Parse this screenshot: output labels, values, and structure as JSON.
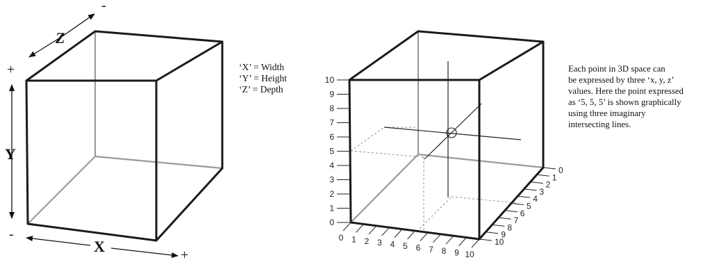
{
  "left_cube": {
    "z_label": "Z",
    "z_minus": "-",
    "y_label": "Y",
    "y_plus": "+",
    "y_minus": "-",
    "x_label": "X",
    "x_plus": "+"
  },
  "legend": {
    "lines": [
      "‘X’ = Width",
      "‘Y’ = Height",
      "‘Z’ = Depth"
    ]
  },
  "right_cube": {
    "y_ticks": [
      "0",
      "1",
      "2",
      "3",
      "4",
      "5",
      "6",
      "7",
      "8",
      "9",
      "10"
    ],
    "x_ticks": [
      "0",
      "1",
      "2",
      "3",
      "4",
      "5",
      "6",
      "7",
      "8",
      "9",
      "10"
    ],
    "z_ticks": [
      "0",
      "1",
      "2",
      "3",
      "4",
      "5",
      "6",
      "7",
      "8",
      "9",
      "10"
    ]
  },
  "description": {
    "lines": [
      "Each point in 3D space can",
      "be expressed by three ‘x, y, z’",
      "values. Here the point expressed",
      "as ‘5, 5, 5’ is shown graphically",
      "using three imaginary",
      "intersecting lines."
    ]
  }
}
